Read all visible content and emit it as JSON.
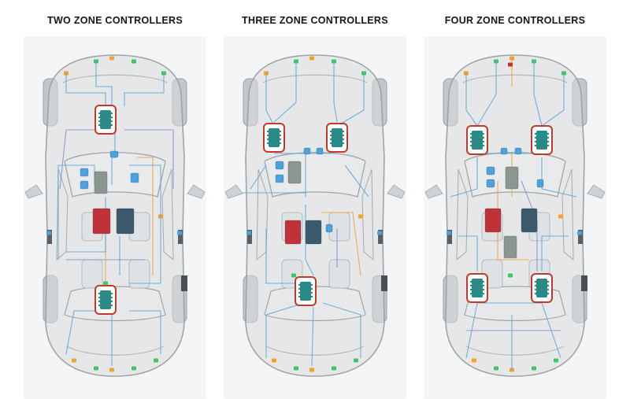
{
  "panels": [
    {
      "title": "TWO ZONE CONTROLLERS",
      "zone_count": 2
    },
    {
      "title": "THREE ZONE CONTROLLERS",
      "zone_count": 3
    },
    {
      "title": "FOUR ZONE CONTROLLERS",
      "zone_count": 4
    }
  ],
  "colors": {
    "zone_controller_outline": "#c0392b",
    "zone_controller": "#2a8a86",
    "central_compute_red": "#c0323a",
    "central_compute_blue": "#3c5a6e",
    "gray_module": "#8c9690",
    "wire_blue": "#5aa6d6",
    "wire_orange": "#f0a030",
    "wire_purple": "#8888cc",
    "sensor_green": "#3fc46a",
    "sensor_orange": "#f3a12c",
    "sensor_blue": "#4aa3df",
    "car_body": "#d8dadc"
  }
}
